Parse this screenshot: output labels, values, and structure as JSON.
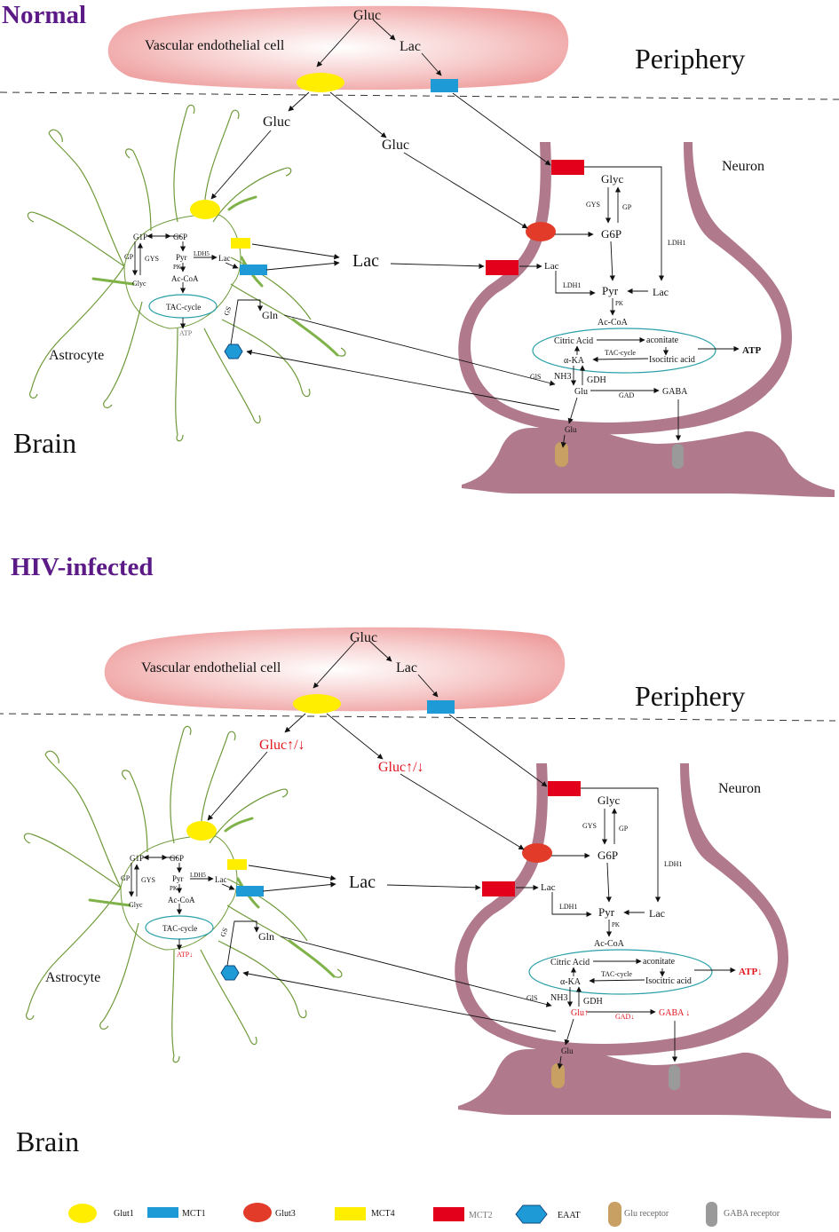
{
  "panels": [
    {
      "title": "Normal",
      "vascular": "Vascular endothelial cell",
      "periphery": "Periphery",
      "brain": "Brain",
      "astrocyte": "Astrocyte",
      "neuron": "Neuron",
      "gluc_top": "Gluc",
      "lac_top": "Lac",
      "gluc_astro": "Gluc",
      "gluc_neuron": "Gluc",
      "lac_mid": "Lac",
      "astro": {
        "g1p": "G1P",
        "g6p": "G6P",
        "gp": "GP",
        "gys": "GYS",
        "glyc": "Glyc",
        "pyr": "Pyr",
        "ldh5": "LDH5",
        "lac": "Lac",
        "pk": "PK",
        "acoa": "Ac-CoA",
        "tac": "TAC-cycle",
        "atp": "ATP",
        "gs": "GS",
        "gln": "Gln"
      },
      "neur": {
        "glyc": "Glyc",
        "gys": "GYS",
        "gp": "GP",
        "g6p": "G6P",
        "ldh1a": "LDH1",
        "lac1": "Lac",
        "ldh1b": "LDH1",
        "pyr": "Pyr",
        "lac2": "Lac",
        "pk": "PK",
        "acoa": "Ac-CoA",
        "citric": "Citric Acid",
        "aconitate": "aconitate",
        "tac": "TAC-cycle",
        "akg": "α-KA",
        "isocitric": "Isocitric acid",
        "atp": "ATP",
        "gls": "GlS",
        "nh3": "NH3",
        "gdh": "GDH",
        "glu": "Glu",
        "gad": "GAD",
        "gaba": "GABA",
        "glu2": "Glu"
      }
    },
    {
      "title": "HIV-infected",
      "vascular": "Vascular endothelial cell",
      "periphery": "Periphery",
      "brain": "Brain",
      "astrocyte": "Astrocyte",
      "neuron": "Neuron",
      "gluc_top": "Gluc",
      "lac_top": "Lac",
      "gluc_astro": "Gluc↑/↓",
      "gluc_neuron": "Gluc↑/↓",
      "lac_mid": "Lac",
      "astro": {
        "g1p": "G1P",
        "g6p": "G6P",
        "gp": "GP",
        "gys": "GYS",
        "glyc": "Glyc",
        "pyr": "Pyr",
        "ldh5": "LDH5",
        "lac": "Lac",
        "pk": "PK",
        "acoa": "Ac-CoA",
        "tac": "TAC-cycle",
        "atp": "ATP↓",
        "gs": "GS",
        "gln": "Gln"
      },
      "neur": {
        "glyc": "Glyc",
        "gys": "GYS",
        "gp": "GP",
        "g6p": "G6P",
        "ldh1a": "LDH1",
        "lac1": "Lac",
        "ldh1b": "LDH1",
        "pyr": "Pyr",
        "lac2": "Lac",
        "pk": "PK",
        "acoa": "Ac-CoA",
        "citric": "Citric Acid",
        "aconitate": "aconitate",
        "tac": "TAC-cycle",
        "akg": "α-KA",
        "isocitric": "Isocitric acid",
        "atp": "ATP↓",
        "gls": "GlS",
        "nh3": "NH3",
        "gdh": "GDH",
        "glu": "Glu↑",
        "gad": "GAD↓",
        "gaba": "GABA ↓",
        "glu2": "Glu"
      }
    }
  ],
  "legend": [
    {
      "label": "Glut1",
      "shape": "ellipse",
      "color": "#ffee00"
    },
    {
      "label": "MCT1",
      "shape": "rect",
      "color": "#1e9ad6"
    },
    {
      "label": "Glut3",
      "shape": "ellipse",
      "color": "#e23b2a"
    },
    {
      "label": "MCT4",
      "shape": "rect",
      "color": "#ffee00"
    },
    {
      "label": "MCT2",
      "shape": "rect",
      "color": "#e3001b"
    },
    {
      "label": "EAAT",
      "shape": "hexagon",
      "color": "#1e9ad6"
    },
    {
      "label": "Glu receptor",
      "shape": "pill",
      "color": "#c8a064"
    },
    {
      "label": "GABA receptor",
      "shape": "pill",
      "color": "#9a9a9a"
    }
  ],
  "colors": {
    "title": "#5b1a86",
    "vessel": "#f0a7a7",
    "neuron": "#b07a8c",
    "astrocyte": "#6f9a3a",
    "tac_ellipse": "#2aa0a8",
    "altered": "#e0141c"
  }
}
